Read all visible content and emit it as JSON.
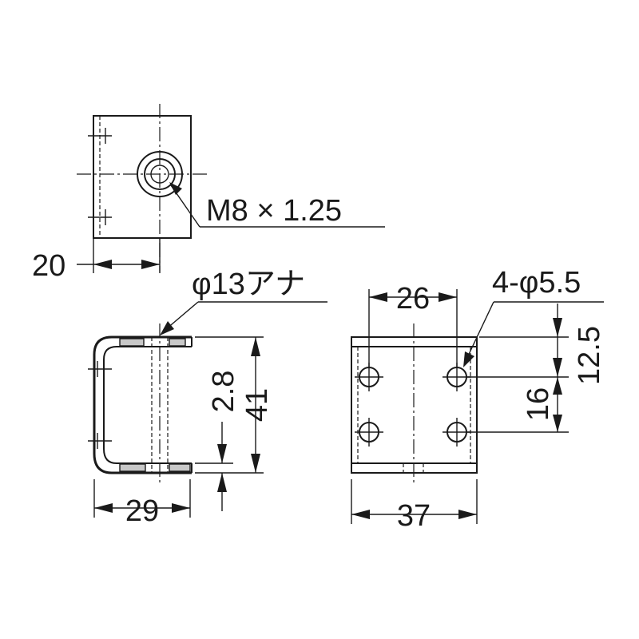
{
  "labels": {
    "thread": "M8 × 1.25",
    "width_top": "20",
    "hole": "φ13アナ",
    "thickness": "2.8",
    "height_side": "41",
    "depth_side": "29",
    "center_distance": "26",
    "holes_spec": "4-φ5.5",
    "offset_top": "12.5",
    "hole_pitch": "16",
    "width_front": "37"
  }
}
